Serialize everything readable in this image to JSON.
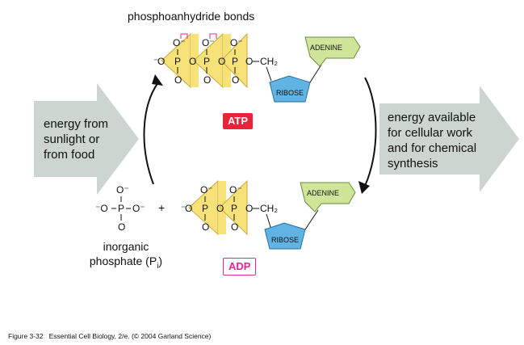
{
  "left_arrow": {
    "line1": "energy from",
    "line2": "sunlight or",
    "line3": "from food"
  },
  "right_arrow": {
    "line1": "energy available",
    "line2": "for cellular work",
    "line3": "and for chemical",
    "line4": "synthesis"
  },
  "bonds_title": "phosphoanhydride bonds",
  "atp": {
    "label": "ATP",
    "adenine": "ADENINE",
    "ribose": "RIBOSE",
    "chain": [
      "O",
      "P",
      "O",
      "P",
      "O",
      "P",
      "O",
      "CH₂"
    ],
    "top_oxygen": "O⁻",
    "bottom_oxygen": "O",
    "left_charge": "⁻"
  },
  "adp": {
    "label": "ADP",
    "adenine": "ADENINE",
    "ribose": "RIBOSE",
    "chain": [
      "O",
      "P",
      "O",
      "P",
      "O",
      "CH₂"
    ],
    "top_oxygen": "O⁻",
    "bottom_oxygen": "O",
    "left_charge": "⁻"
  },
  "pi": {
    "plus": "+",
    "label_line1": "inorganic",
    "label_line2": "phosphate (P",
    "label_sub": "i",
    "label_end": ")",
    "center": "P",
    "left": "⁻O",
    "right": "O⁻",
    "top": "O⁻",
    "bottom": "O"
  },
  "caption": {
    "figure": "Figure 3-32",
    "book": "Essential Cell Biology, 2/e.",
    "copyright": "(© 2004 Garland Science)"
  },
  "colors": {
    "phosphate_fill": "#f7e27a",
    "phosphate_stroke": "#c9a93a",
    "adenine_fill": "#cfe59a",
    "ribose_fill": "#5fb4e3",
    "big_arrow": "#ccd5cf",
    "atp_red": "#e8233a",
    "adp_pink": "#e0288d"
  }
}
